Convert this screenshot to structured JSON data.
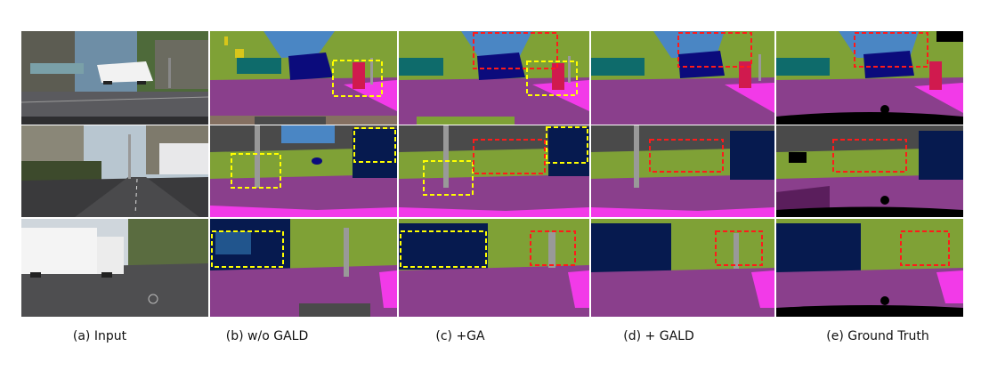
{
  "figure": {
    "columns": [
      {
        "id": "input",
        "caption": "(a) Input",
        "kind": "photo"
      },
      {
        "id": "wo_gald",
        "caption": "(b) w/o GALD",
        "kind": "seg"
      },
      {
        "id": "ga",
        "caption": "(c) +GA",
        "kind": "seg"
      },
      {
        "id": "gald",
        "caption": "(d) + GALD",
        "kind": "seg"
      },
      {
        "id": "gt",
        "caption": "(e) Ground Truth",
        "kind": "seg"
      }
    ],
    "rows": [
      {
        "scene": "street-with-van"
      },
      {
        "scene": "road-with-truck-right"
      },
      {
        "scene": "truck-left"
      }
    ],
    "highlights": [
      {
        "row": 0,
        "column": "wo_gald",
        "color": "yellow"
      },
      {
        "row": 0,
        "column": "ga",
        "color": "red"
      },
      {
        "row": 0,
        "column": "ga",
        "color": "yellow"
      },
      {
        "row": 0,
        "column": "gald",
        "color": "red"
      },
      {
        "row": 0,
        "column": "gt",
        "color": "red"
      },
      {
        "row": 1,
        "column": "wo_gald",
        "color": "yellow"
      },
      {
        "row": 1,
        "column": "wo_gald",
        "color": "yellow"
      },
      {
        "row": 1,
        "column": "ga",
        "color": "yellow"
      },
      {
        "row": 1,
        "column": "ga",
        "color": "red"
      },
      {
        "row": 1,
        "column": "ga",
        "color": "yellow"
      },
      {
        "row": 1,
        "column": "gald",
        "color": "red"
      },
      {
        "row": 1,
        "column": "gt",
        "color": "red"
      },
      {
        "row": 2,
        "column": "wo_gald",
        "color": "yellow"
      },
      {
        "row": 2,
        "column": "ga",
        "color": "yellow"
      },
      {
        "row": 2,
        "column": "ga",
        "color": "red"
      },
      {
        "row": 2,
        "column": "gald",
        "color": "red"
      },
      {
        "row": 2,
        "column": "gt",
        "color": "red"
      }
    ],
    "colors": {
      "road": "#8a3f8c",
      "sidewalk": "#f23ae8",
      "vegetation": "#7fa136",
      "building": "#4a4a4a",
      "sky": "#4a86c4",
      "car": "#0b0b7c",
      "truck": "#061a4f",
      "pole": "#999999",
      "person": "#d01a4e",
      "sign": "#d8c61a",
      "terrain": "#98b85a",
      "ego": "#000000",
      "highlight_yellow": "#ffff00",
      "highlight_red": "#ff1a1a"
    }
  }
}
